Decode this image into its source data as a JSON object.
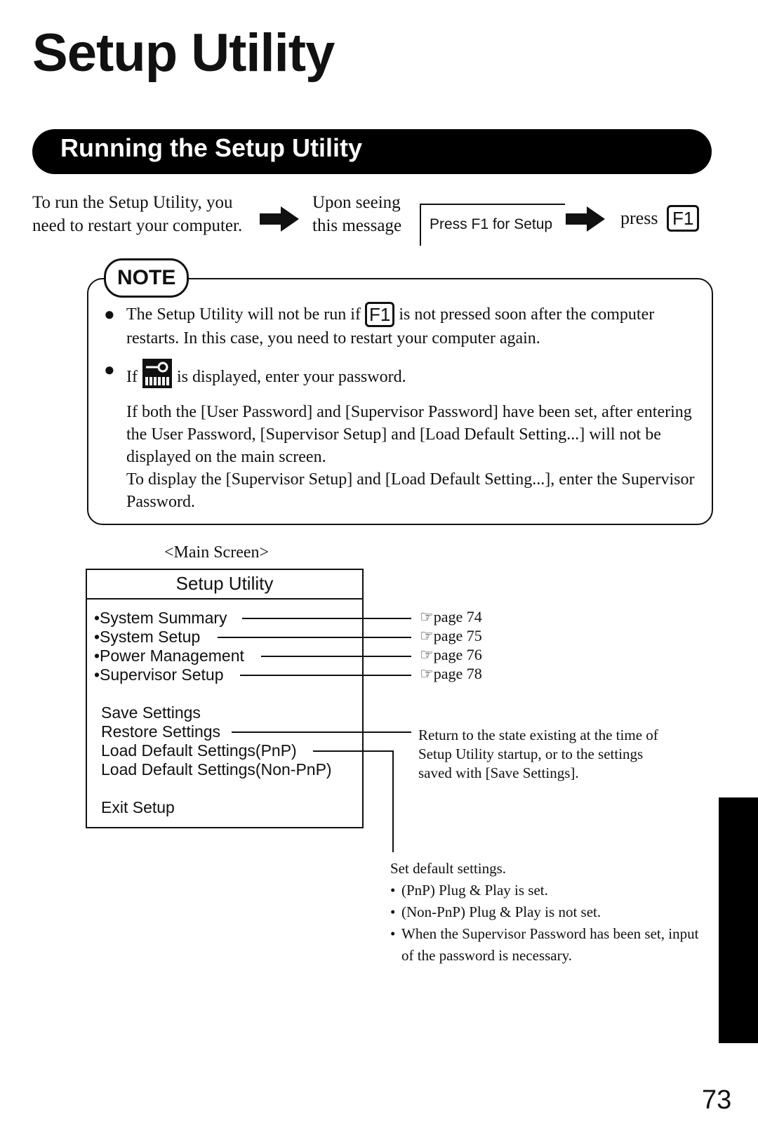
{
  "page": {
    "title": "Setup Utility",
    "section_title": "Running the Setup Utility",
    "page_number": "73"
  },
  "intro": {
    "restart_text": "To run the Setup Utility, you need to restart your computer.",
    "upon_seeing_text": "Upon seeing this message",
    "message_text": "Press F1 for Setup",
    "press_label": "press",
    "press_key": "F1"
  },
  "note": {
    "badge": "NOTE",
    "item1_before": "The Setup Utility will not be run if",
    "item1_key": "F1",
    "item1_after": "is not pressed soon after the computer restarts.  In this case, you need to restart your computer again.",
    "item2_if": "If",
    "item2_after": "is displayed, enter your password.",
    "item2_detail1": "If both the [User Password] and [Supervisor Password] have been set, after entering the User Password, [Supervisor Setup] and [Load Default Setting...] will not be displayed on the main screen.",
    "item2_detail2": "To display the [Supervisor Setup] and [Load Default Setting...], enter the Supervisor Password."
  },
  "main_screen": {
    "caption": "<Main Screen>",
    "title": "Setup Utility",
    "menu_items": [
      "•System Summary",
      "•System Setup",
      "•Power Management",
      "•Supervisor Setup"
    ],
    "page_refs": [
      "page 74",
      "page 75",
      "page 76",
      "page 78"
    ],
    "settings_items": [
      "Save Settings",
      "Restore Settings",
      "Load Default Settings(PnP)",
      "Load Default Settings(Non-PnP)"
    ],
    "exit_item": "Exit Setup"
  },
  "annotations": {
    "restore_desc": [
      "Return to the state existing at the time of",
      "Setup Utility startup, or to the settings",
      "saved with [Save Settings]."
    ],
    "default_title": "Set default settings.",
    "default_items": [
      "(PnP) Plug &  Play is set.",
      "(Non-PnP) Plug & Play is not set.",
      "When the Supervisor Password has been set, input of the password is necessary."
    ]
  },
  "icons": {
    "arrow": "right-arrow-icon",
    "page_ref": "pointing-hand-icon",
    "password": "password-key-icon"
  }
}
